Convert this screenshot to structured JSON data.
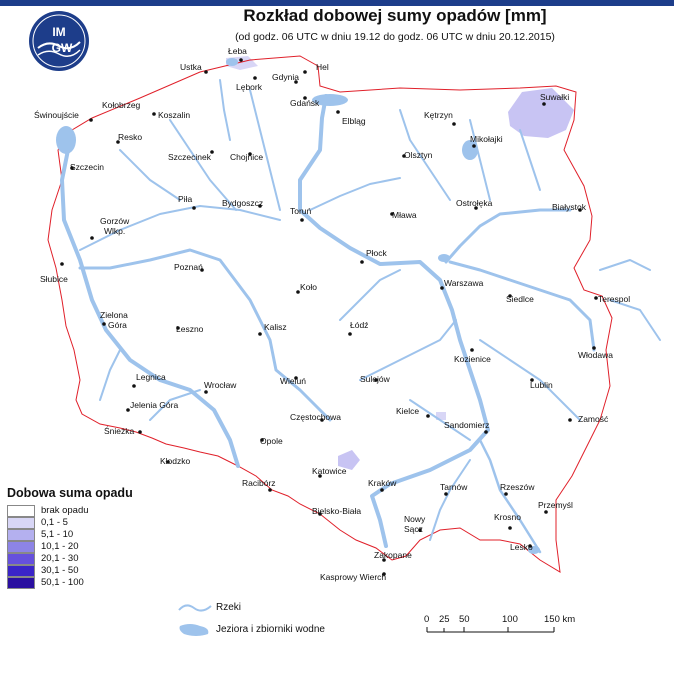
{
  "header": {
    "title": "Rozkład dobowej sumy opadów [mm]",
    "subtitle": "(od godz. 06 UTC w dniu 19.12 do godz. 06 UTC w dniu 20.12.2015)",
    "logo_top": "IM",
    "logo_bottom": "GW"
  },
  "legend": {
    "title": "Dobowa suma opadu",
    "items": [
      {
        "label": "brak opadu",
        "color": "#ffffff"
      },
      {
        "label": "0,1 - 5",
        "color": "#d8d6f6"
      },
      {
        "label": "5,1 - 10",
        "color": "#b4b0ef"
      },
      {
        "label": "10,1 - 20",
        "color": "#8d84e6"
      },
      {
        "label": "20,1 - 30",
        "color": "#6650dd"
      },
      {
        "label": "30,1 - 50",
        "color": "#3a24c8"
      },
      {
        "label": "50,1 - 100",
        "color": "#2a0fa0"
      }
    ]
  },
  "bottom_legend": {
    "rivers": "Rzeki",
    "lakes": "Jeziora i zbiorniki wodne"
  },
  "scale": {
    "ticks": [
      "0",
      "25",
      "50",
      "100",
      "150 km"
    ]
  },
  "cities": {
    "leba": "Łeba",
    "ustka": "Ustka",
    "hel": "Hel",
    "gdynia": "Gdynia",
    "lebork": "Lębork",
    "gdansk": "Gdańsk",
    "kolobrzeg": "Kołobrzeg",
    "koszalin": "Koszalin",
    "swinoujscie": "Świnoujście",
    "elblag": "Elbląg",
    "ketrzyn": "Kętrzyn",
    "suwalki": "Suwałki",
    "resko": "Resko",
    "mikolajki": "Mikołajki",
    "szczecin": "Szczecin",
    "szczecinek": "Szczecinek",
    "chojnice": "Chojnice",
    "olsztyn": "Olsztyn",
    "pila": "Piła",
    "bydgoszcz": "Bydgoszcz",
    "torun": "Toruń",
    "ostroleka": "Ostrołęka",
    "bialystok": "Białystok",
    "mlawa": "Mława",
    "gorzow": "Gorzów",
    "wlkp": "Wlkp.",
    "plock": "Płock",
    "slubice": "Słubice",
    "poznan": "Poznań",
    "warszawa": "Warszawa",
    "siedlce": "Siedlce",
    "terespol": "Terespol",
    "kolo": "Koło",
    "zielona": "Zielona",
    "gora": "Góra",
    "leszno": "Leszno",
    "kalisz": "Kalisz",
    "lodz": "Łódź",
    "kozienice": "Kozienice",
    "wlodawa": "Włodawa",
    "legnica": "Legnica",
    "wroclaw": "Wrocław",
    "wielun": "Wieluń",
    "sulejow": "Sulejów",
    "lublin": "Lublin",
    "jelenia_gora": "Jelenia Góra",
    "czestochowa": "Częstochowa",
    "kielce": "Kielce",
    "sandomierz": "Sandomierz",
    "zamosc": "Zamość",
    "sniezka": "Śnieżka",
    "opole": "Opole",
    "klodzko": "Kłodzko",
    "katowice": "Katowice",
    "raciborz": "Racibórz",
    "krakow": "Kraków",
    "tarnow": "Tarnów",
    "rzeszow": "Rzeszów",
    "przemysl": "Przemyśl",
    "bielsko": "Bielsko-Biała",
    "nowy": "Nowy",
    "sacz": "Sącz",
    "krosno": "Krosno",
    "lesko": "Lesko",
    "zakopane": "Zakopane",
    "kasprowy": "Kasprowy Wierch"
  },
  "colors": {
    "river": "#9ec3ec",
    "border": "#e0202a",
    "lake": "#9ec3ec"
  }
}
